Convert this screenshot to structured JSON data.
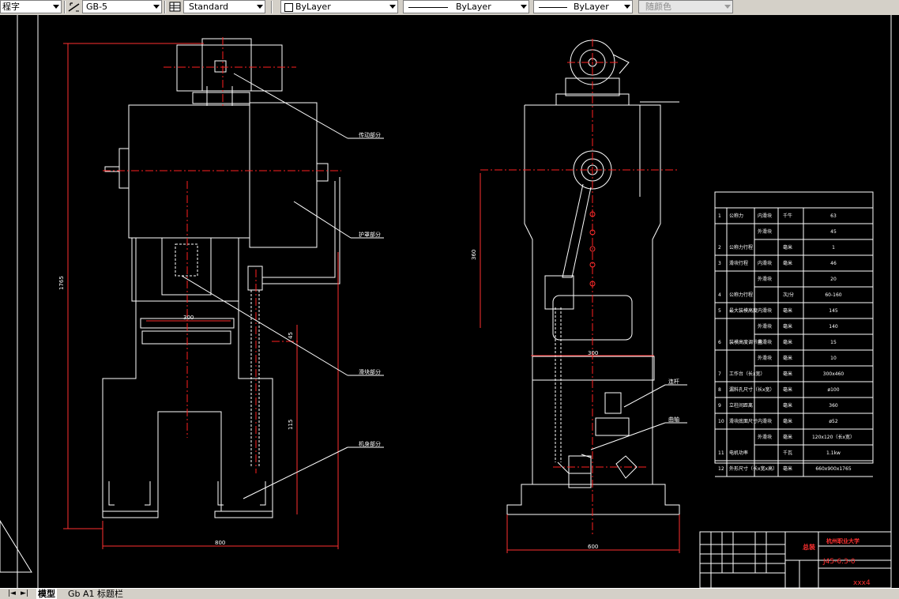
{
  "toolbar": {
    "text_style_partial": "程字",
    "dim_style": "GB-5",
    "table_style": "Standard",
    "color": "ByLayer",
    "linetype": "ByLayer",
    "lineweight": "ByLayer",
    "plot_style": "随颜色"
  },
  "drawing": {
    "labels": {
      "drive": "传动部分",
      "guard": "护罩部分",
      "slide": "滑块部分",
      "frame": "机身部分",
      "part_a": "连杆",
      "part_b": "曲轴"
    },
    "dims": {
      "overall_height": "1765",
      "width_front": "800",
      "width_side": "600",
      "dim_a": "115",
      "dim_b": "300",
      "dim_c": "45",
      "dim_d": "360",
      "dim_e": "300"
    },
    "spec_table": {
      "rows": [
        {
          "no": "1",
          "name": "公称力",
          "sub": "内滑块",
          "unit": "千牛",
          "value": "63"
        },
        {
          "no": "",
          "name": "",
          "sub": "外滑块",
          "unit": "",
          "value": "45"
        },
        {
          "no": "2",
          "name": "公称力行程",
          "sub": "",
          "unit": "毫米",
          "value": "1"
        },
        {
          "no": "3",
          "name": "滑块行程",
          "sub": "内滑块",
          "unit": "毫米",
          "value": "46"
        },
        {
          "no": "",
          "name": "",
          "sub": "外滑块",
          "unit": "",
          "value": "20"
        },
        {
          "no": "4",
          "name": "公称力行程",
          "sub": "",
          "unit": "次/分",
          "value": "60-160"
        },
        {
          "no": "5",
          "name": "最大装模高度",
          "sub": "内滑块",
          "unit": "毫米",
          "value": "145"
        },
        {
          "no": "",
          "name": "",
          "sub": "外滑块",
          "unit": "毫米",
          "value": "140"
        },
        {
          "no": "6",
          "name": "装模高度调节量",
          "sub": "内滑块",
          "unit": "毫米",
          "value": "15"
        },
        {
          "no": "",
          "name": "",
          "sub": "外滑块",
          "unit": "毫米",
          "value": "10"
        },
        {
          "no": "7",
          "name": "工作台（长x宽）",
          "sub": "",
          "unit": "毫米",
          "value": "300x460"
        },
        {
          "no": "8",
          "name": "漏料孔尺寸（长x宽）",
          "sub": "",
          "unit": "毫米",
          "value": "ø100"
        },
        {
          "no": "9",
          "name": "立柱间距离",
          "sub": "",
          "unit": "毫米",
          "value": "360"
        },
        {
          "no": "10",
          "name": "滑块底面尺寸",
          "sub": "内滑块",
          "unit": "毫米",
          "value": "ø52"
        },
        {
          "no": "",
          "name": "",
          "sub": "外滑块",
          "unit": "毫米",
          "value": "120x120（长x宽）"
        },
        {
          "no": "11",
          "name": "电机功率",
          "sub": "",
          "unit": "千瓦",
          "value": "1.1kw"
        },
        {
          "no": "12",
          "name": "外形尺寸（长x宽x高）",
          "sub": "",
          "unit": "毫米",
          "value": "660x900x1765"
        }
      ]
    },
    "title_block": {
      "title": "总装",
      "school": "杭州职业大学",
      "drawing_no": "J45-6.3-0",
      "author": "xxx4"
    }
  },
  "status": {
    "tab_model": "模型",
    "tab_layout": "Gb A1 标题栏"
  },
  "colors": {
    "background": "#000000",
    "lines": "#ffffff",
    "centerline": "#ff0000",
    "dimension": "#ff4040",
    "table_border": "#ffffff",
    "titleblock_accent": "#ff3030"
  }
}
